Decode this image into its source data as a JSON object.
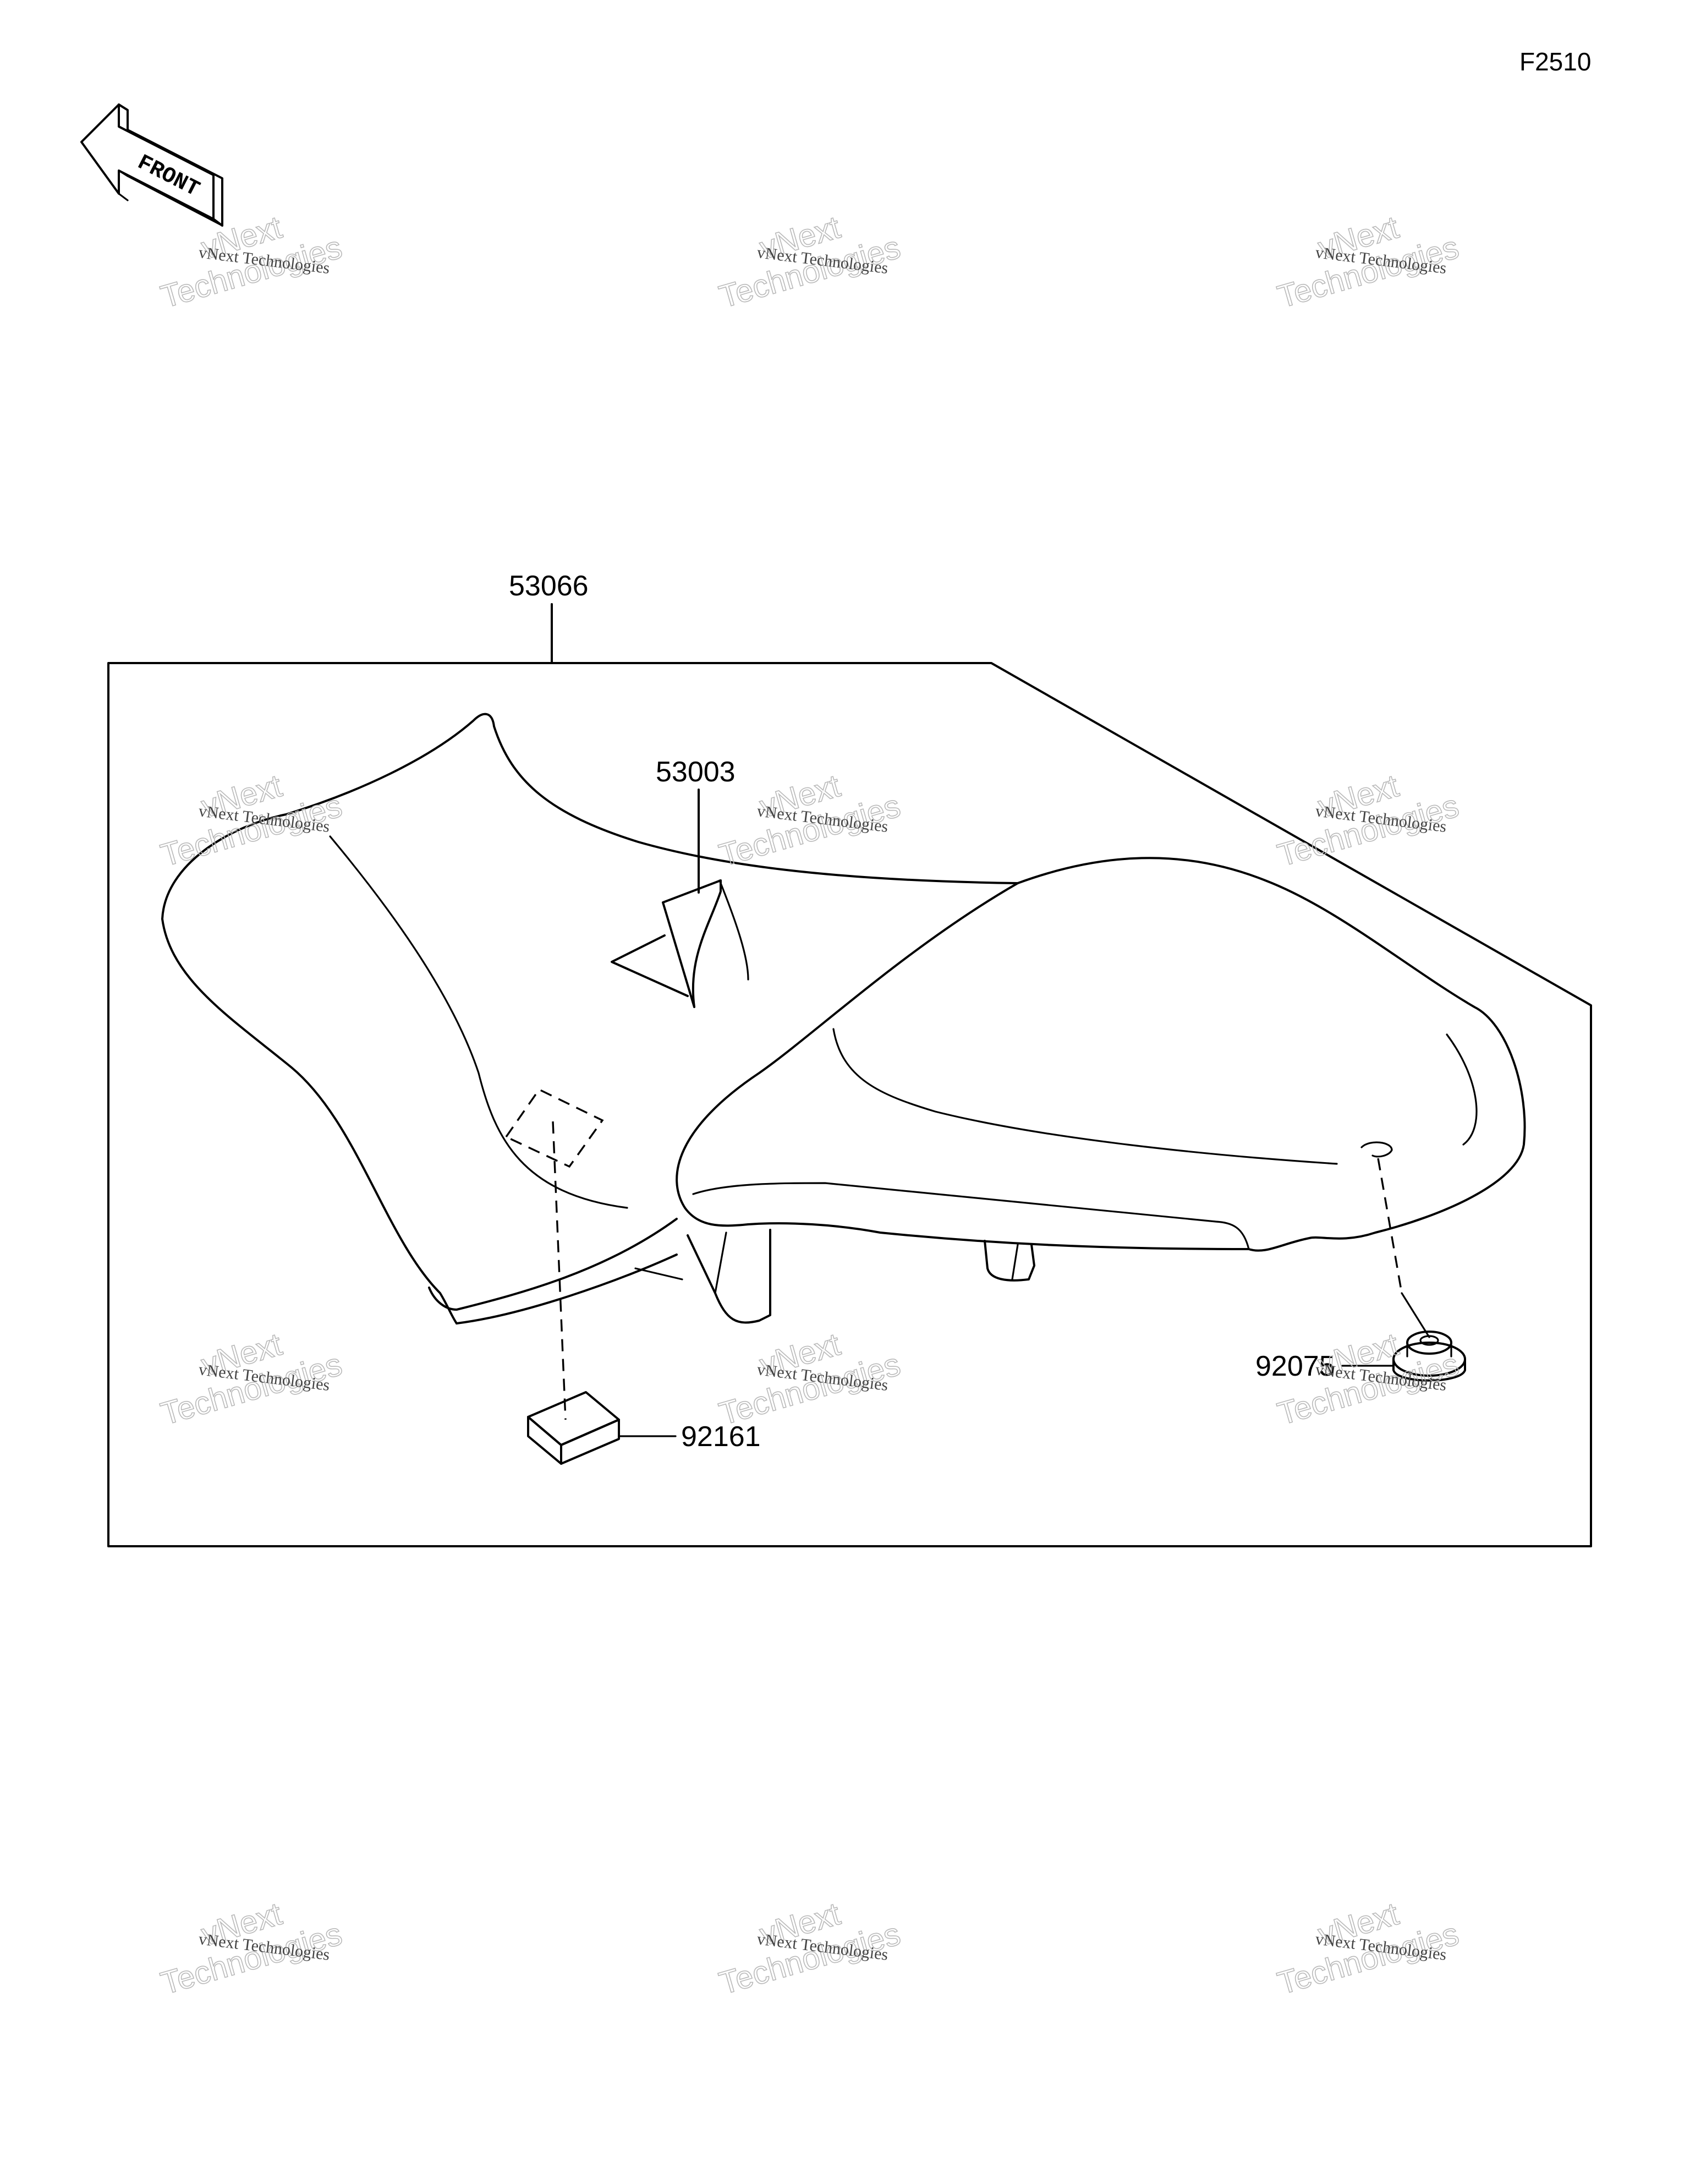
{
  "figure_id": "F2510",
  "front_label": "FRONT",
  "parts": [
    {
      "number": "53066"
    },
    {
      "number": "53003"
    },
    {
      "number": "92161"
    },
    {
      "number": "92075"
    }
  ],
  "watermark": {
    "small": "vNext Technologies",
    "large_top": "vNext",
    "large_bottom": "Technologies"
  }
}
